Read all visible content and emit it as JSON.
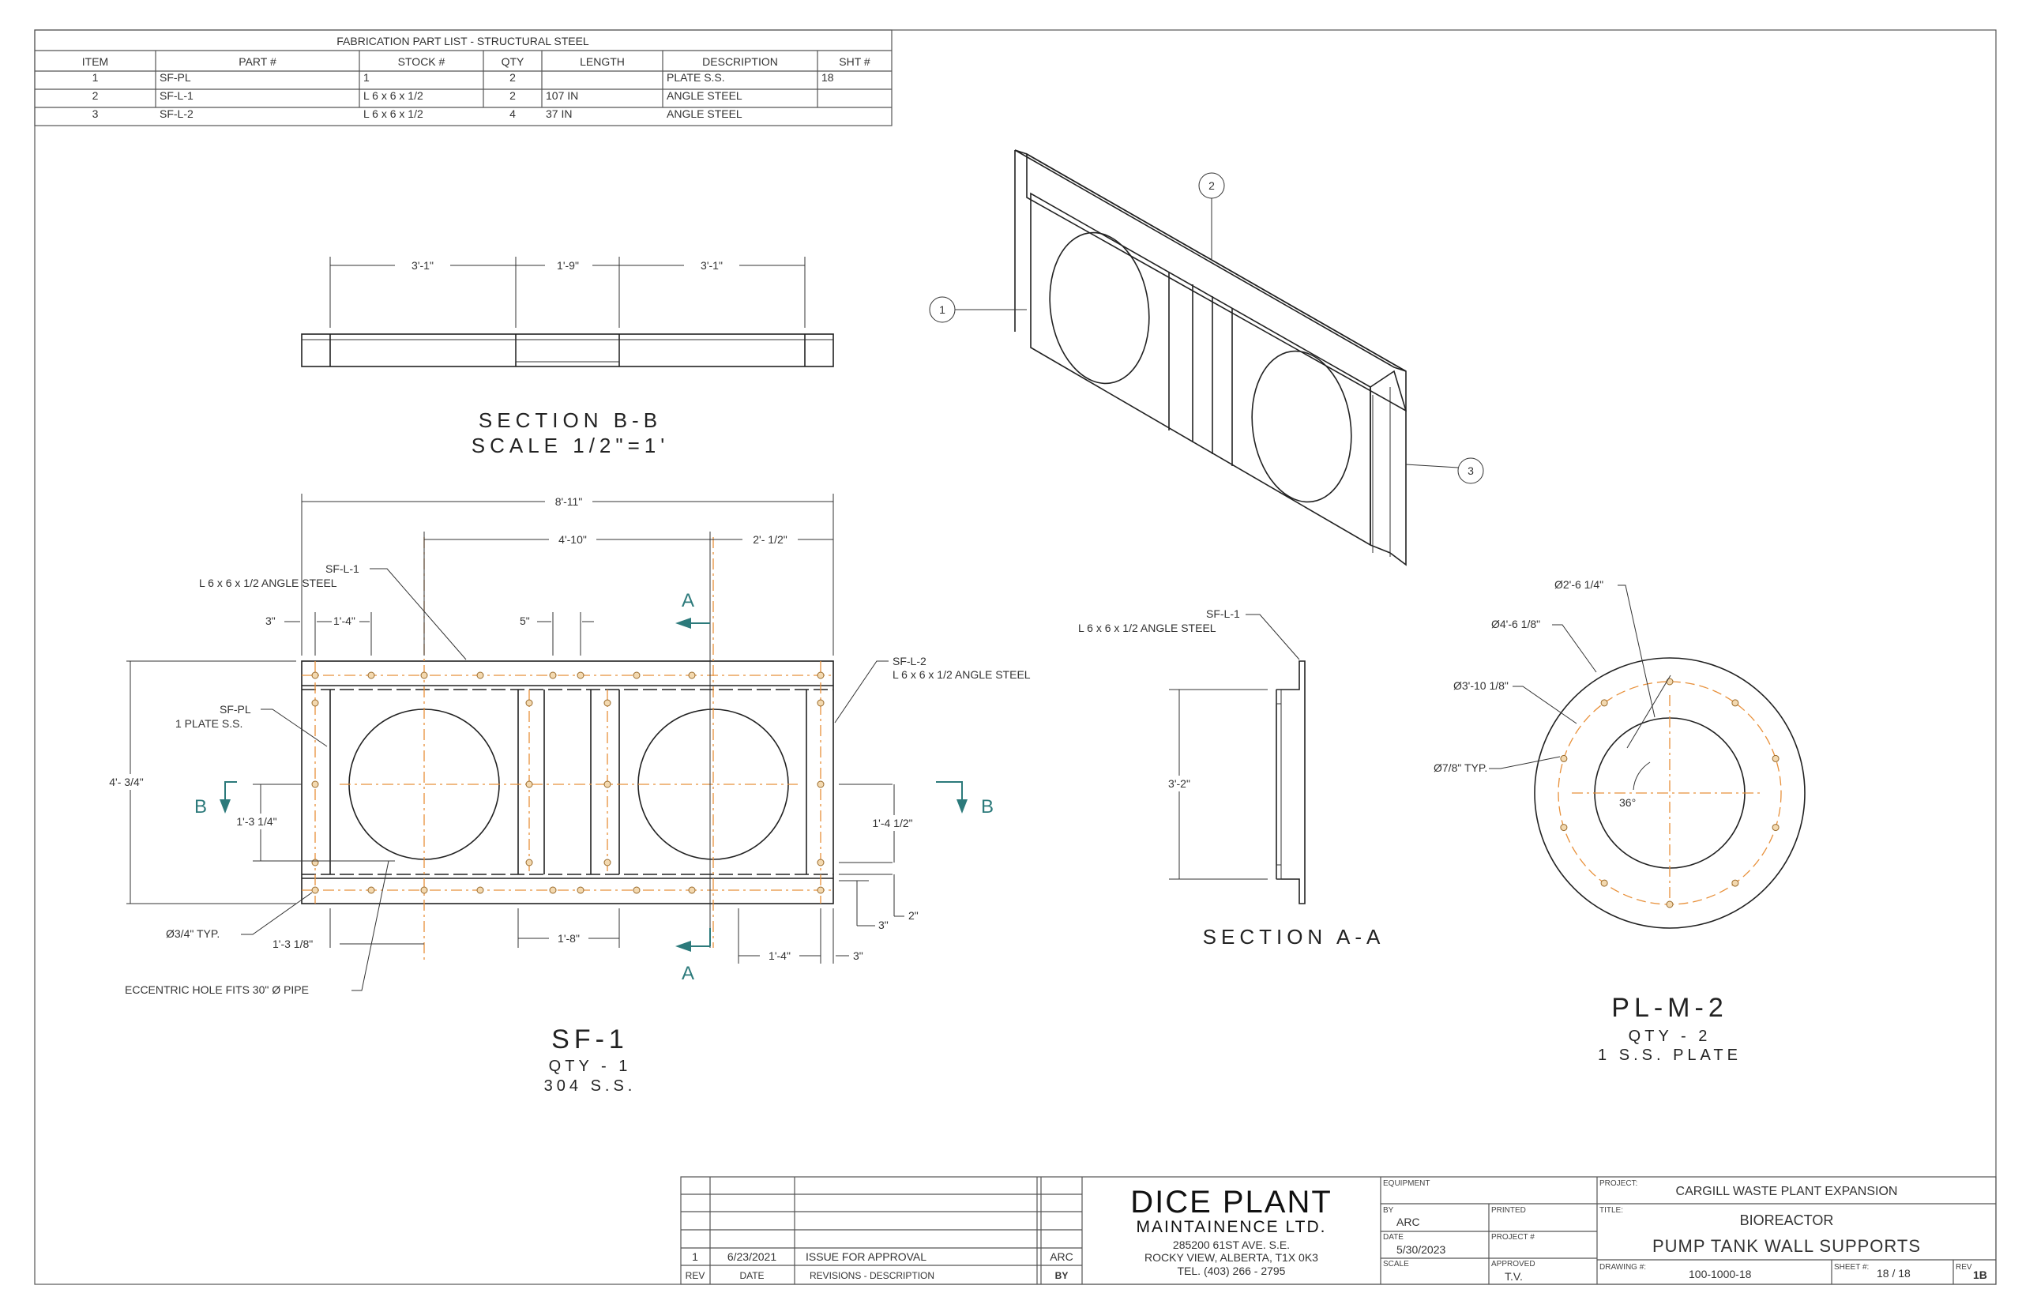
{
  "parts_list": {
    "title": "FABRICATION PART LIST - STRUCTURAL STEEL",
    "headers": [
      "ITEM",
      "PART #",
      "STOCK #",
      "QTY",
      "LENGTH",
      "DESCRIPTION",
      "SHT #"
    ],
    "rows": [
      [
        "1",
        "SF-PL",
        "1",
        "2",
        "",
        "PLATE S.S.",
        "18"
      ],
      [
        "2",
        "SF-L-1",
        "L 6 x 6 x 1/2",
        "2",
        "107 IN",
        "ANGLE STEEL",
        ""
      ],
      [
        "3",
        "SF-L-2",
        "L 6 x 6 x 1/2",
        "4",
        "37 IN",
        "ANGLE STEEL",
        ""
      ]
    ]
  },
  "section_bb": {
    "dims": [
      "3'-1\"",
      "1'-9\"",
      "3'-1\""
    ],
    "title": "SECTION B-B",
    "scale": "SCALE 1/2\"=1'"
  },
  "iso": {
    "balloons": [
      "1",
      "2",
      "3"
    ]
  },
  "sf1": {
    "dims": {
      "overall_width": "8'-11\"",
      "center_span": "4'-10\"",
      "right_offset": "2'- 1/2\"",
      "edge": "3\"",
      "bolt_space": "1'-4\"",
      "gap": "5\"",
      "height": "4'- 3/4\"",
      "hole_left_v": "1'-3 1/4\"",
      "hole_right_v": "1'-4 1/2\"",
      "bottom_2": "2\"",
      "bottom_3": "3\"",
      "hole_left_h": "1'-3 1/8\"",
      "center_gap": "1'-8\"",
      "bolt_space_bottom": "1'-4\"",
      "edge_bottom": "3\""
    },
    "callouts": {
      "sf_l1_part": "SF-L-1",
      "sf_l1_desc": "L 6 x 6 x 1/2 ANGLE STEEL",
      "sf_l2_part": "SF-L-2",
      "sf_l2_desc": "L 6 x 6 x 1/2 ANGLE STEEL",
      "sf_pl_part": "SF-PL",
      "sf_pl_desc": "1 PLATE S.S.",
      "bolt": "Ø3/4\" TYP.",
      "hole": "ECCENTRIC HOLE FITS 30\" Ø PIPE"
    },
    "section_marks": {
      "a": "A",
      "b": "B"
    },
    "title": "SF-1",
    "qty": "QTY - 1",
    "material": "304 S.S."
  },
  "section_aa": {
    "part": "SF-L-1",
    "desc": "L 6 x 6 x 1/2 ANGLE STEEL",
    "dim": "3'-2\"",
    "title": "SECTION A-A"
  },
  "plm2": {
    "inner_dia": "Ø2'-6 1/4\"",
    "outer_dia": "Ø4'-6 1/8\"",
    "bolt_circle": "Ø3'-10 1/8\"",
    "bolt": "Ø7/8\" TYP.",
    "angle": "36°",
    "title": "PL-M-2",
    "qty": "QTY - 2",
    "material": "1 S.S. PLATE"
  },
  "title_block": {
    "revisions": [
      {
        "rev": "1",
        "date": "6/23/2021",
        "desc": "ISSUE FOR APPROVAL",
        "by": "ARC"
      }
    ],
    "rev_headers": {
      "rev": "REV",
      "date": "DATE",
      "desc": "REVISIONS - DESCRIPTION",
      "by": "BY"
    },
    "company": "DICE PLANT",
    "company_sub": "MAINTAINENCE LTD.",
    "address1": "285200 61ST AVE. S.E.",
    "address2": "ROCKY VIEW, ALBERTA, T1X 0K3",
    "phone": "TEL. (403) 266 - 2795",
    "equipment_label": "EQUIPMENT",
    "by_label": "BY",
    "by": "ARC",
    "printed_label": "PRINTED",
    "date_label": "DATE",
    "date": "5/30/2023",
    "project_no_label": "PROJECT #",
    "scale_label": "SCALE",
    "approved_label": "APPROVED",
    "approved": "T.V.",
    "project_label": "PROJECT:",
    "project": "CARGILL WASTE PLANT EXPANSION",
    "title_label": "TITLE:",
    "title1": "BIOREACTOR",
    "title2": "PUMP TANK WALL SUPPORTS",
    "drawing_label": "DRAWING #:",
    "drawing": "100-1000-18",
    "sheet_label": "SHEET #:",
    "sheet": "18 / 18",
    "rev_label": "REV",
    "rev": "1B"
  }
}
